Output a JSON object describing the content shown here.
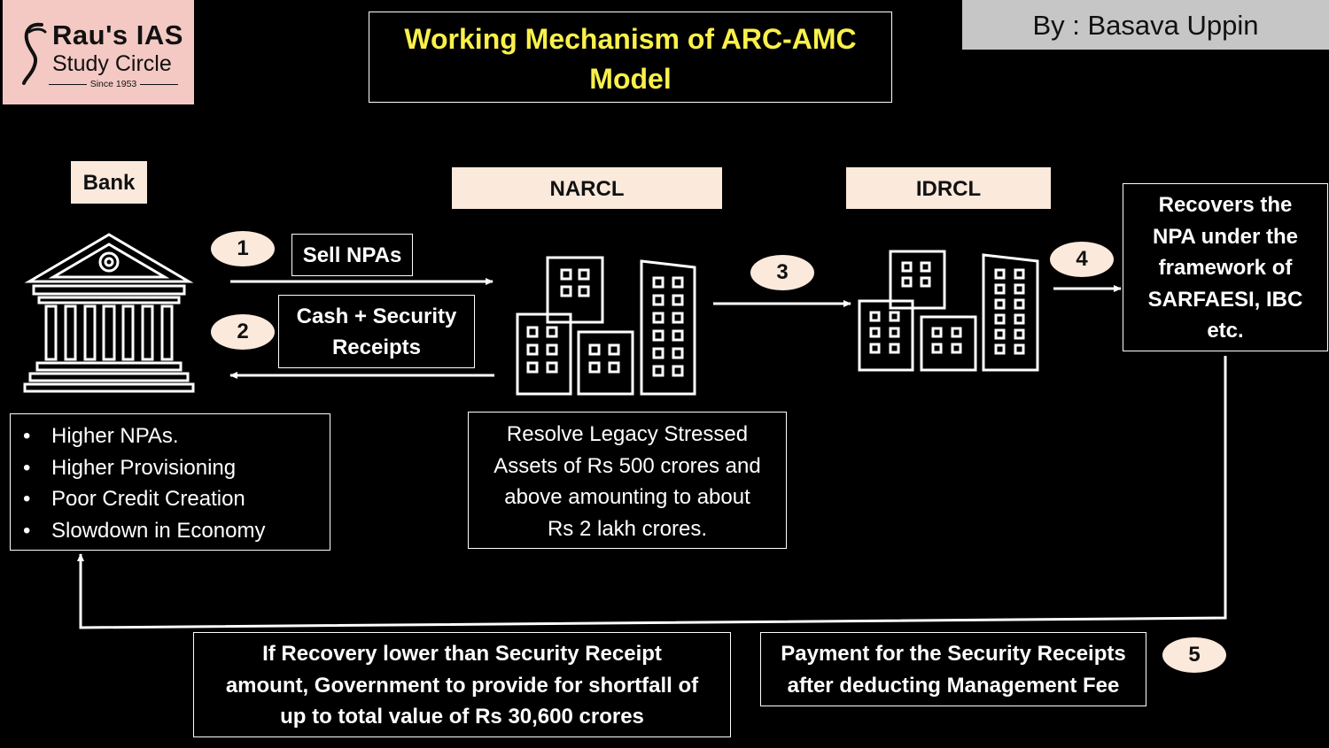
{
  "logo": {
    "line1": "Rau's IAS",
    "line2": "Study Circle",
    "line3": "Since 1953"
  },
  "title": {
    "line1": "Working Mechanism of ARC-AMC",
    "line2": "Model"
  },
  "author": "By : Basava Uppin",
  "entities": {
    "bank": "Bank",
    "narcl": "NARCL",
    "idrcl": "IDRCL"
  },
  "steps": [
    "1",
    "2",
    "3",
    "4",
    "5"
  ],
  "flow": {
    "sell": "Sell NPAs",
    "cash_line1": "Cash + Security",
    "cash_line2": "Receipts"
  },
  "recovers": [
    "Recovers the",
    "NPA under the",
    "framework of",
    "SARFAESI, IBC",
    "etc."
  ],
  "bank_issues": [
    "Higher NPAs.",
    "Higher Provisioning",
    "Poor Credit Creation",
    "Slowdown in Economy"
  ],
  "resolve": [
    "Resolve Legacy Stressed",
    "Assets of Rs 500 crores and",
    "above amounting to about",
    "Rs 2 lakh crores."
  ],
  "recovery_guarantee": [
    "If Recovery lower than Security Receipt",
    "amount, Government to provide for shortfall of",
    "up to total value of Rs 30,600 crores"
  ],
  "payment": [
    "Payment for the Security Receipts",
    "after deducting Management Fee"
  ],
  "colors": {
    "background": "#000000",
    "title_text": "#f9f14a",
    "label_fill": "#fbe9dc",
    "logo_fill": "#f4c9c4",
    "author_fill": "#c6c6c6"
  }
}
